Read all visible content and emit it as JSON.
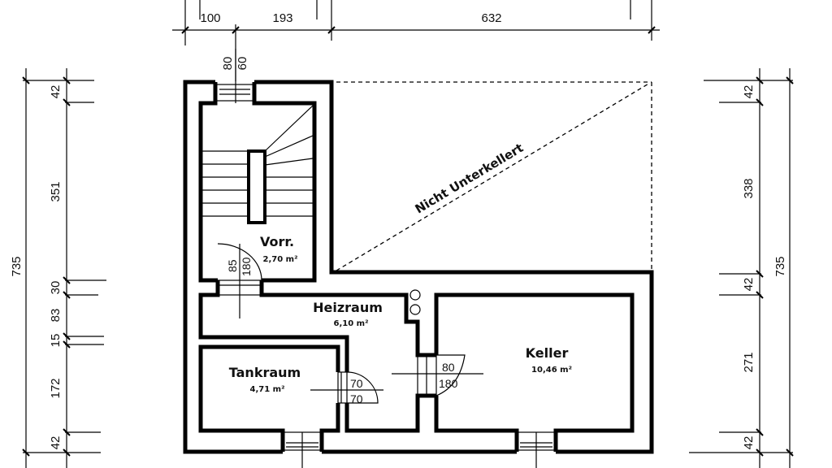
{
  "dimensions": {
    "top": [
      "100",
      "193",
      "632"
    ],
    "top_window": [
      "80",
      "60"
    ],
    "left_total": "735",
    "left": [
      "42",
      "351",
      "30",
      "83",
      "15",
      "172",
      "42"
    ],
    "right_total": "735",
    "right": [
      "42",
      "338",
      "42",
      "271",
      "42"
    ]
  },
  "unexcavated_label": "Nicht Unterkellert",
  "rooms": [
    {
      "name": "Vorr.",
      "area": "2,70 m²"
    },
    {
      "name": "Heizraum",
      "area": "6,10 m²"
    },
    {
      "name": "Tankraum",
      "area": "4,71 m²"
    },
    {
      "name": "Keller",
      "area": "10,46 m²"
    }
  ],
  "doors": [
    {
      "width": "85",
      "height": "180"
    },
    {
      "width": "70",
      "height": "70"
    },
    {
      "width": "80",
      "height": "180"
    }
  ],
  "colors": {
    "line": "#000000",
    "background": "#ffffff"
  }
}
